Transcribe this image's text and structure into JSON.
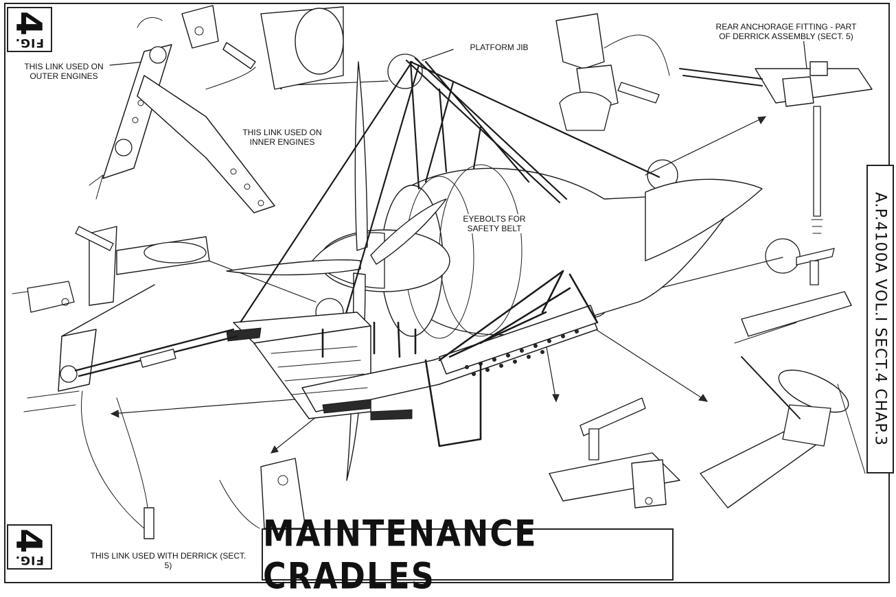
{
  "figure": {
    "number": "4",
    "fig_label": "FIG."
  },
  "title": "MAINTENANCE CRADLES",
  "side_reference": "A.P.4100A VOL.I SECT.4 CHAP.3",
  "callouts": {
    "outer_engines": "THIS LINK USED ON OUTER ENGINES",
    "inner_engines": "THIS LINK USED ON INNER ENGINES",
    "platform_jib": "PLATFORM JIB",
    "rear_anchorage": "REAR ANCHORAGE FITTING - PART OF DERRICK ASSEMBLY (SECT. 5)",
    "eyebolts": "EYEBOLTS FOR SAFETY BELT",
    "derrick_link": "THIS LINK USED WITH DERRICK (SECT. 5)"
  }
}
